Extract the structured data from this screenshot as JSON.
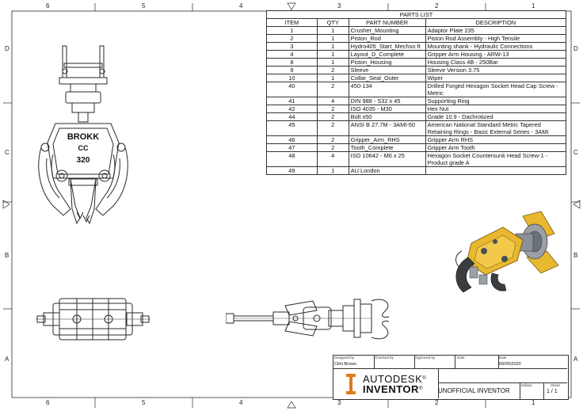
{
  "border": {
    "top_columns": [
      "6",
      "5",
      "4",
      "3",
      "2",
      "1"
    ],
    "bottom_columns": [
      "6",
      "5",
      "4",
      "3",
      "2",
      "1"
    ],
    "left_rows": [
      "D",
      "C",
      "B",
      "A"
    ],
    "right_rows": [
      "D",
      "C",
      "B",
      "A"
    ]
  },
  "drawing": {
    "front_view_text": [
      "BROKK",
      "CC",
      "320"
    ]
  },
  "parts_list": {
    "title": "PARTS LIST",
    "headers": [
      "ITEM",
      "QTY",
      "PART NUMBER",
      "DESCRIPTION"
    ],
    "rows": [
      {
        "item": "1",
        "qty": "1",
        "part": "Crusher_Mounting",
        "desc": "Adaptor Plate 235"
      },
      {
        "item": "2",
        "qty": "1",
        "part": "Piston_Rod",
        "desc": "Piston Rod Assembly - High Tensile"
      },
      {
        "item": "3",
        "qty": "1",
        "part": "Hydro405_Start_Mechso ft",
        "desc": "Mounting shank - Hydraulic Connections"
      },
      {
        "item": "4",
        "qty": "1",
        "part": "Layout_D_Complete",
        "desc": "Gripper Arm Housing - ARW-13"
      },
      {
        "item": "8",
        "qty": "1",
        "part": "Piston_Housing",
        "desc": "Housing Class 4B - 250Bar"
      },
      {
        "item": "9",
        "qty": "2",
        "part": "Sleeve",
        "desc": "Sleeve Version 3.75"
      },
      {
        "item": "10",
        "qty": "1",
        "part": "Collar_Seal_Outer",
        "desc": "Wiper"
      },
      {
        "item": "40",
        "qty": "2",
        "part": "450-134",
        "desc": "Drilled Forged Hexagon Socket Head Cap Screw - Metric"
      },
      {
        "item": "41",
        "qty": "4",
        "part": "DIN 988 - S32 x 45",
        "desc": "Supporting Ring"
      },
      {
        "item": "42",
        "qty": "2",
        "part": "ISO 4035 - M30",
        "desc": "Hex Nut"
      },
      {
        "item": "44",
        "qty": "2",
        "part": "Bolt x50",
        "desc": "Grade 10.9 - Dachrotized"
      },
      {
        "item": "45",
        "qty": "2",
        "part": "ANSI B 27.7M - 3AMI-50",
        "desc": "American National Standard Metric Tapered Retaining Rings - Basic External Series - 3AMI"
      },
      {
        "item": "46",
        "qty": "2",
        "part": "Gripper_Arm_RHS",
        "desc": "Gripper Arm RHS"
      },
      {
        "item": "47",
        "qty": "2",
        "part": "Tooth_Complete",
        "desc": "Gripper Arm Tooth"
      },
      {
        "item": "48",
        "qty": "4",
        "part": "ISO 10642 - M6 x 25",
        "desc": "Hexagon Socket Countersunk Head Screw-1 - Product grade A"
      },
      {
        "item": "49",
        "qty": "1",
        "part": "AU London",
        "desc": ""
      }
    ]
  },
  "title_block": {
    "designed_by_label": "Designed by",
    "designed_by": "Clint Brown",
    "checked_by_label": "Checked by",
    "approved_by_label": "Approved by",
    "date_label": "Date",
    "date_label_2": "Date",
    "date": "09/05/2020",
    "logo_line1": "AUTODESK",
    "logo_reg": "®",
    "logo_line2": "INVENTOR",
    "logo_reg2": "®",
    "sheet_title": "UNOFFICIAL INVENTOR",
    "edition_label": "Edition",
    "sheet_label": "Sheet",
    "sheet": "1 / 1"
  },
  "colors": {
    "line": "#2a2a2a",
    "gold": "#e8b830",
    "gold_dark": "#b88a10",
    "steel": "#9aa0a6",
    "steel_dark": "#4a4f55",
    "logo_orange": "#e07b1a"
  }
}
